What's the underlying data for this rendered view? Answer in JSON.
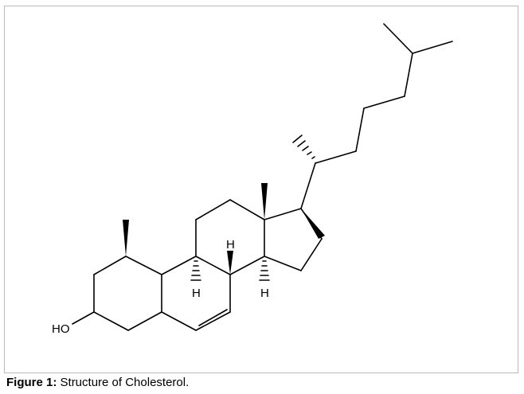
{
  "figure": {
    "caption_label": "Figure 1:",
    "caption_text": "Structure of Cholesterol."
  },
  "molecule": {
    "atom_labels": {
      "hydroxyl": "HO",
      "h_c9": "H",
      "h_c8": "H",
      "h_c14": "H"
    }
  }
}
